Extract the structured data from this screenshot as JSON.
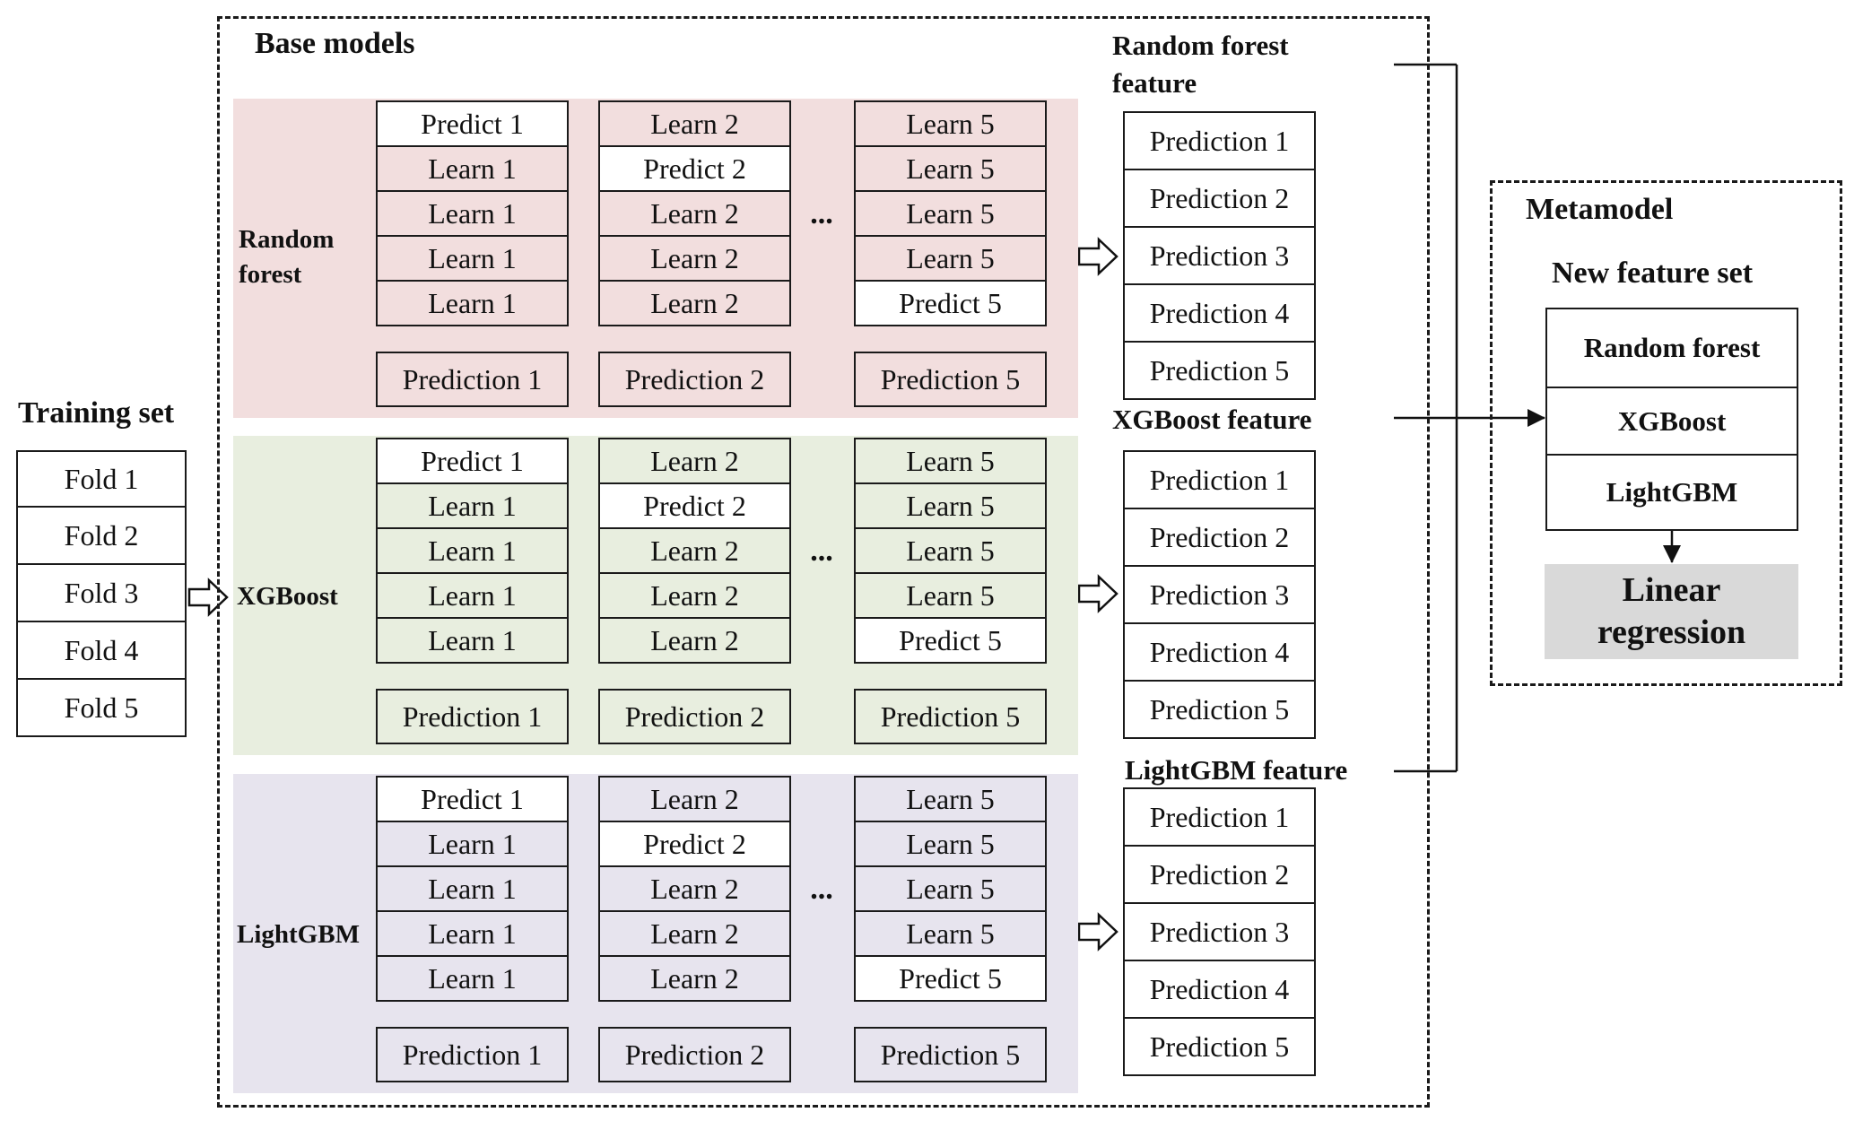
{
  "training": {
    "title": "Training set",
    "folds": [
      "Fold 1",
      "Fold 2",
      "Fold 3",
      "Fold 4",
      "Fold 5"
    ]
  },
  "base_models": {
    "title": "Base models",
    "ellipsis": "...",
    "models": [
      {
        "name": "Random forest",
        "band_color": "#f2dede",
        "feature_label": "Random forest feature",
        "columns": [
          {
            "cells": [
              "Predict 1",
              "Learn 1",
              "Learn 1",
              "Learn 1",
              "Learn 1"
            ],
            "output": "Prediction 1"
          },
          {
            "cells": [
              "Learn 2",
              "Predict 2",
              "Learn 2",
              "Learn 2",
              "Learn 2"
            ],
            "output": "Prediction 2"
          },
          {
            "cells": [
              "Learn 5",
              "Learn 5",
              "Learn 5",
              "Learn 5",
              "Predict 5"
            ],
            "output": "Prediction 5"
          }
        ],
        "predictions": [
          "Prediction 1",
          "Prediction 2",
          "Prediction 3",
          "Prediction 4",
          "Prediction 5"
        ]
      },
      {
        "name": "XGBoost",
        "band_color": "#e8eedf",
        "feature_label": "XGBoost feature",
        "columns": [
          {
            "cells": [
              "Predict 1",
              "Learn 1",
              "Learn 1",
              "Learn 1",
              "Learn 1"
            ],
            "output": "Prediction 1"
          },
          {
            "cells": [
              "Learn 2",
              "Predict 2",
              "Learn 2",
              "Learn 2",
              "Learn 2"
            ],
            "output": "Prediction 2"
          },
          {
            "cells": [
              "Learn 5",
              "Learn 5",
              "Learn 5",
              "Learn 5",
              "Predict 5"
            ],
            "output": "Prediction 5"
          }
        ],
        "predictions": [
          "Prediction 1",
          "Prediction 2",
          "Prediction 3",
          "Prediction 4",
          "Prediction 5"
        ]
      },
      {
        "name": "LightGBM",
        "band_color": "#e7e4ee",
        "feature_label": "LightGBM feature",
        "columns": [
          {
            "cells": [
              "Predict 1",
              "Learn 1",
              "Learn 1",
              "Learn 1",
              "Learn 1"
            ],
            "output": "Prediction 1"
          },
          {
            "cells": [
              "Learn 2",
              "Predict 2",
              "Learn 2",
              "Learn 2",
              "Learn 2"
            ],
            "output": "Prediction 2"
          },
          {
            "cells": [
              "Learn 5",
              "Learn 5",
              "Learn 5",
              "Learn 5",
              "Predict 5"
            ],
            "output": "Prediction 5"
          }
        ],
        "predictions": [
          "Prediction 1",
          "Prediction 2",
          "Prediction 3",
          "Prediction 4",
          "Prediction 5"
        ]
      }
    ]
  },
  "metamodel": {
    "title": "Metamodel",
    "feature_set_title": "New feature set",
    "features": [
      "Random forest",
      "XGBoost",
      "LightGBM"
    ],
    "final_model": "Linear\nregression",
    "final_model_color": "#d9d9d9"
  }
}
